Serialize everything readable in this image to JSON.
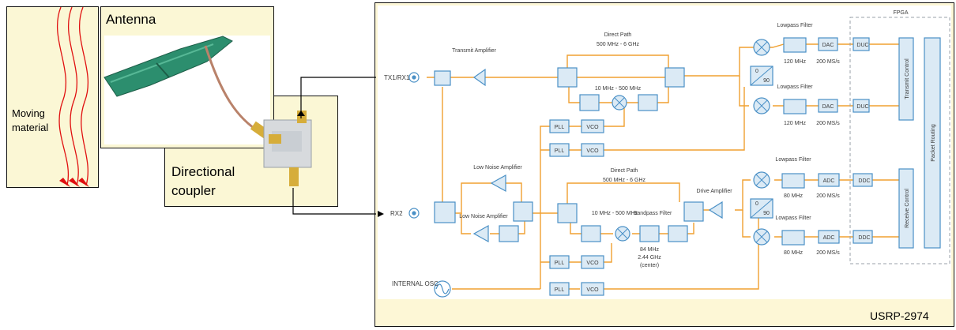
{
  "labels": {
    "moving_material": "Moving material",
    "antenna": "Antenna",
    "directional_coupler": "Directional coupler",
    "board_name": "USRP-2974"
  },
  "colors": {
    "panel_fill": "#fbf7d5",
    "board_fill": "#fdf7d6",
    "block_fill": "#dbeaf5",
    "block_stroke": "#4a90c6",
    "signal_line": "#f0a030",
    "wave": "#e01010",
    "fpga_dash": "#9aa2aa"
  },
  "diagram": {
    "fpga": "FPGA",
    "ports": {
      "tx_rx1": "TX1/RX1",
      "rx2": "RX2",
      "internal_osc": "INTERNAL OSC"
    },
    "blocks": {
      "transmit_amplifier": "Transmit Amplifier",
      "direct_path_tx": "Direct Path",
      "direct_path_tx_range": "500 MHz - 6 GHz",
      "tx_filter_band": "10 MHz - 500 MHz",
      "low_noise_amplifier": "Low Noise Amplifier",
      "direct_path_rx": "Direct Path",
      "direct_path_rx_range": "500 MHz - 6 GHz",
      "rx_band": "10 MHz - 500 MHz",
      "bandpass_filter": "Bandpass Filter",
      "bandpass_info": [
        "84 MHz",
        "2.44 GHz",
        "(center)"
      ],
      "drive_amplifier": "Drive Amplifier",
      "lowpass_filter": "Lowpass Filter",
      "tx_cutoff": "120 MHz",
      "rx_cutoff": "80 MHz",
      "dac": "DAC",
      "adc": "ADC",
      "sample_rate": "200 MS/s",
      "duc": "DUC",
      "ddc": "DDC",
      "pll": "PLL",
      "vco": "VCO",
      "phase_0": "0",
      "phase_90": "90",
      "transmit_control": "Transmit Control",
      "receive_control": "Receive Control",
      "packet_routing": "Packet Routing"
    }
  }
}
